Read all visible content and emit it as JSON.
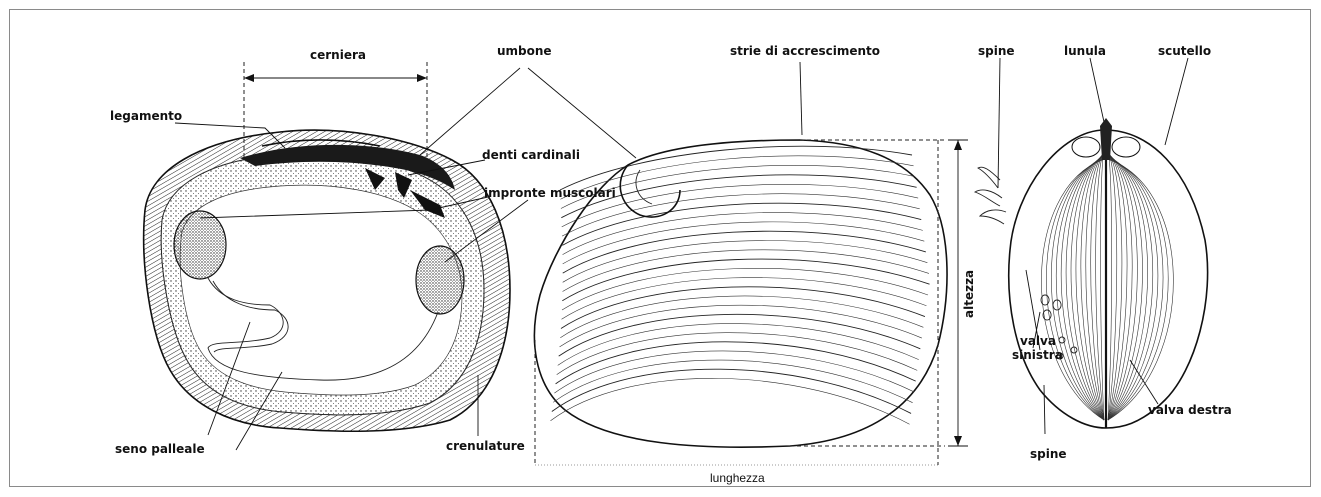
{
  "labels": {
    "cerniera": "cerniera",
    "umbone": "umbone",
    "legamento": "legamento",
    "denti_cardinali": "denti cardinali",
    "impronte_muscolari": "impronte muscolari",
    "seno_palleale": "seno palleale",
    "crenulature": "crenulature",
    "strie_di_accrescimento": "strie di accrescimento",
    "lunghezza": "lunghezza",
    "altezza": "altezza",
    "spine_top": "spine",
    "lunula": "lunula",
    "scutello": "scutello",
    "valva_sinistra_1": "valva",
    "valva_sinistra_2": "sinistra",
    "valva_destra": "valva destra",
    "spine_bottom": "spine"
  },
  "colors": {
    "ink": "#111111",
    "frame": "#8a8a8a",
    "background": "#ffffff"
  }
}
